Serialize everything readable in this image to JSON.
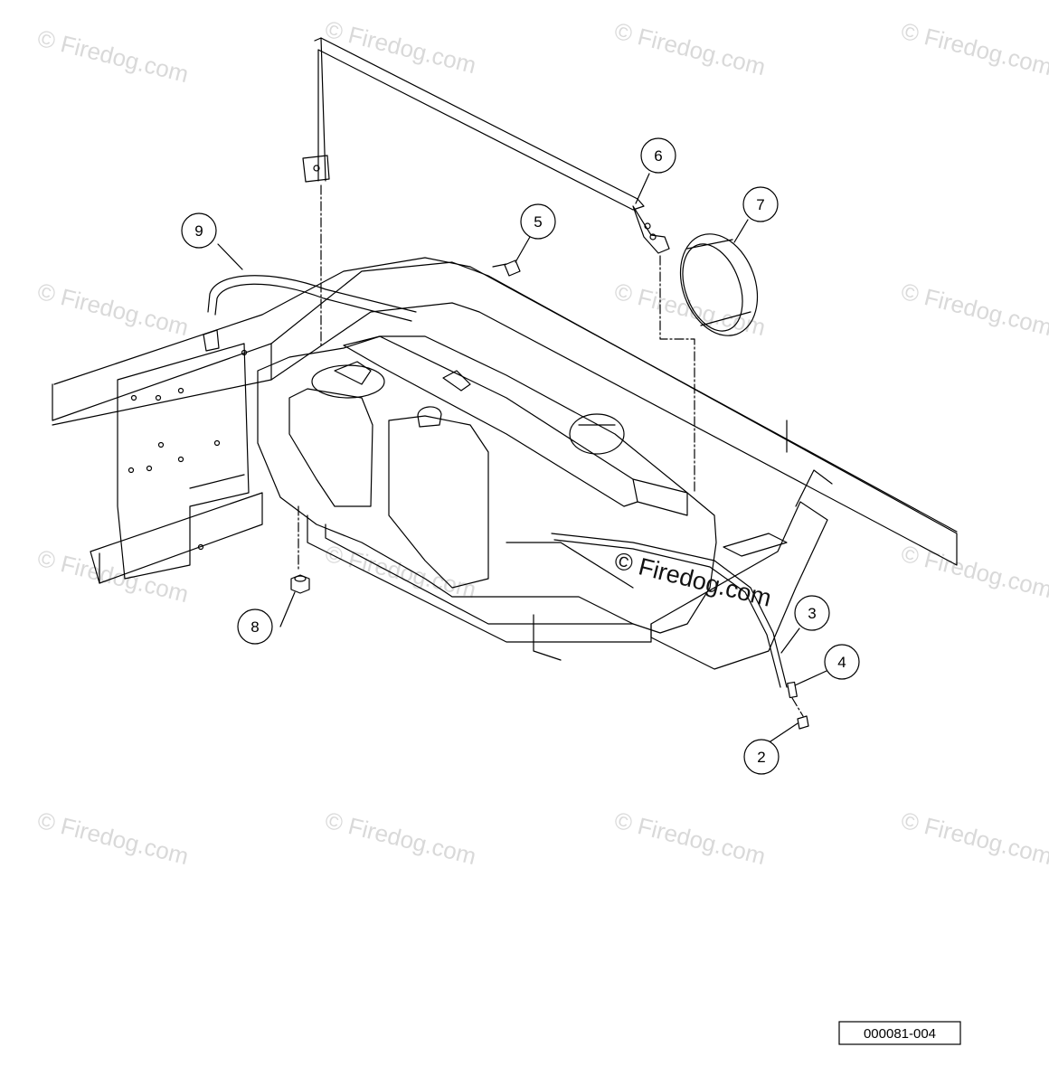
{
  "diagram": {
    "callouts": [
      {
        "label": "2"
      },
      {
        "label": "3"
      },
      {
        "label": "4"
      },
      {
        "label": "5"
      },
      {
        "label": "6"
      },
      {
        "label": "7"
      },
      {
        "label": "8"
      },
      {
        "label": "9"
      }
    ],
    "watermark_text": "© Firedog.com",
    "center_watermark_text": "© Firedog.com",
    "drawing_code": "000081-004",
    "colors": {
      "line": "#000000",
      "watermark": "#d9d9d9",
      "background": "#ffffff"
    }
  }
}
